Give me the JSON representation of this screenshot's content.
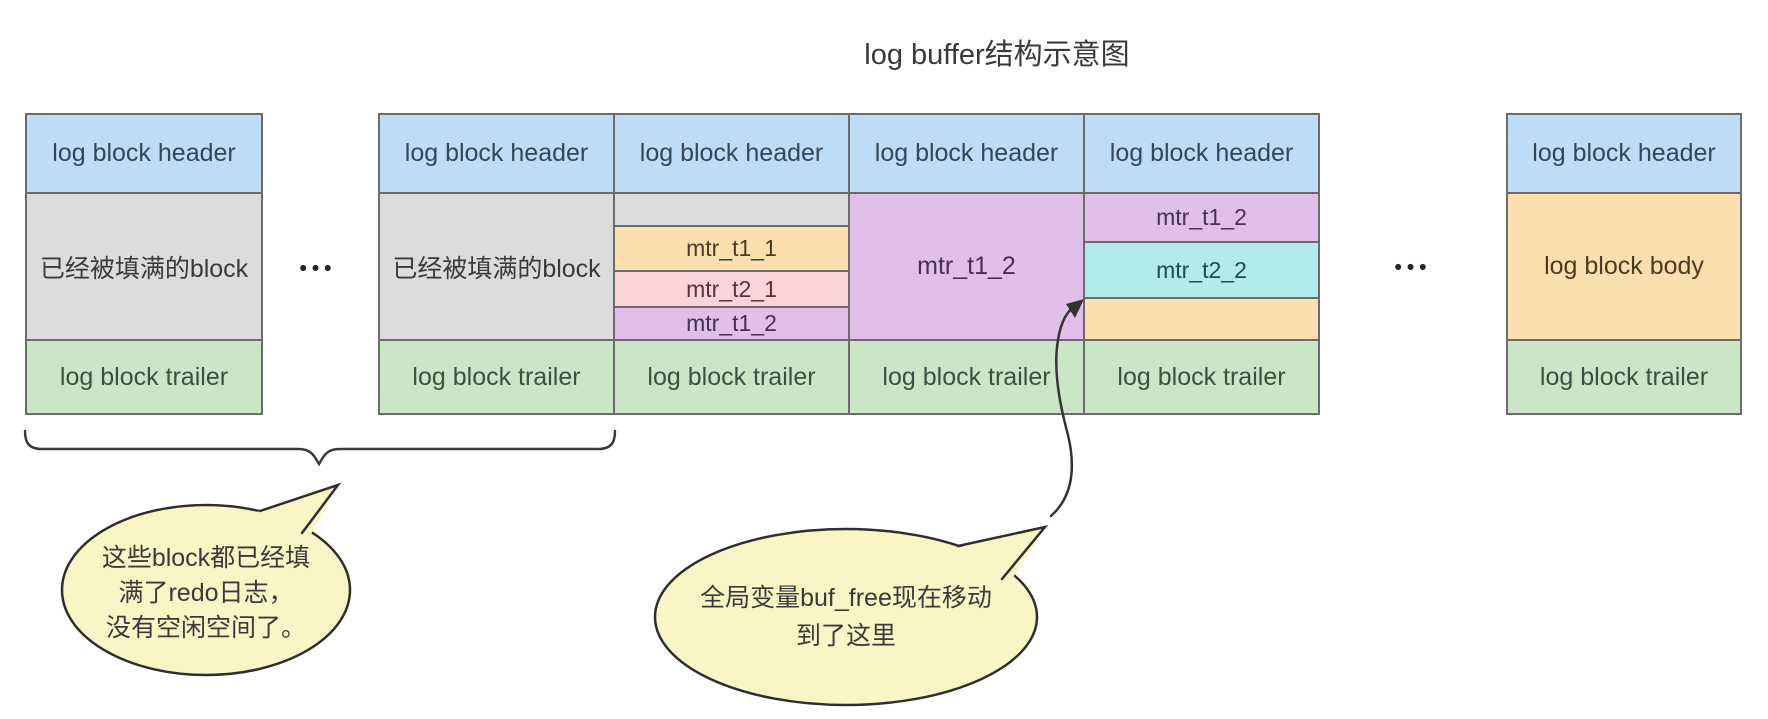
{
  "title": "log buffer结构示意图",
  "ellipsis": "•••",
  "palette": {
    "header_blue": "#bedcf6",
    "filled_gray": "#dcdcdc",
    "trailer_green": "#cbe6c6",
    "body_orange": "#fcdfae",
    "mtr_pink": "#fbd4da",
    "mtr_purple": "#e0c0e8",
    "mtr_cyan": "#b2ebeb",
    "bubble_yellow": "#f8f6c4",
    "block_border": "#6b6b6b",
    "ink_dark": "#333333"
  },
  "blocks": [
    {
      "id": "block-1",
      "segments": [
        {
          "kind": "header",
          "label": "log block header"
        },
        {
          "kind": "filled",
          "label": "已经被填满的block"
        },
        {
          "kind": "trailer",
          "label": "log block trailer"
        }
      ]
    },
    {
      "id": "block-2",
      "segments": [
        {
          "kind": "header",
          "label": "log block header"
        },
        {
          "kind": "filled",
          "label": "已经被填满的block"
        },
        {
          "kind": "trailer",
          "label": "log block trailer"
        }
      ]
    },
    {
      "id": "block-3",
      "segments": [
        {
          "kind": "header",
          "label": "log block header"
        },
        {
          "kind": "leftover"
        },
        {
          "kind": "mtr",
          "label": "mtr_t1_1"
        },
        {
          "kind": "mtr",
          "label": "mtr_t2_1"
        },
        {
          "kind": "mtr",
          "label": "mtr_t1_2"
        },
        {
          "kind": "trailer",
          "label": "log block trailer"
        }
      ]
    },
    {
      "id": "block-4",
      "segments": [
        {
          "kind": "header",
          "label": "log block header"
        },
        {
          "kind": "mtr",
          "label": "mtr_t1_2"
        },
        {
          "kind": "trailer",
          "label": "log block trailer"
        }
      ]
    },
    {
      "id": "block-5",
      "segments": [
        {
          "kind": "header",
          "label": "log block header"
        },
        {
          "kind": "mtr",
          "label": "mtr_t1_2"
        },
        {
          "kind": "mtr",
          "label": "mtr_t2_2"
        },
        {
          "kind": "free-space"
        },
        {
          "kind": "trailer",
          "label": "log block trailer"
        }
      ]
    },
    {
      "id": "block-6",
      "segments": [
        {
          "kind": "header",
          "label": "log block header"
        },
        {
          "kind": "body",
          "label": "log block body"
        },
        {
          "kind": "trailer",
          "label": "log block trailer"
        }
      ]
    }
  ],
  "callouts": {
    "filled_blocks": {
      "lines": [
        "这些block都已经填",
        "满了redo日志，",
        "没有空闲空间了。"
      ]
    },
    "buf_free": {
      "lines": [
        "全局变量buf_free现在移动",
        "到了这里"
      ]
    }
  }
}
